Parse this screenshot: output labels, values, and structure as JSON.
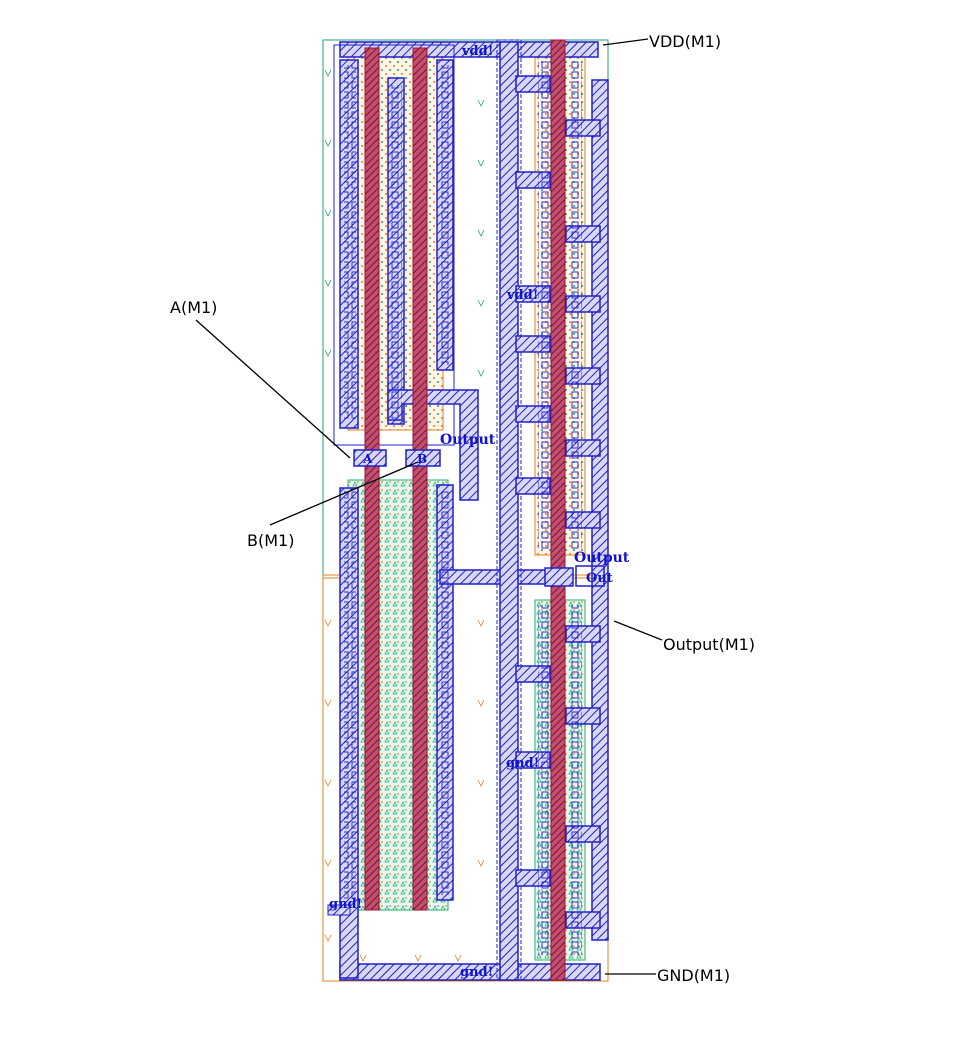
{
  "callouts": {
    "vdd": "VDD(M1)",
    "a": "A(M1)",
    "b": "B(M1)",
    "output": "Output(M1)",
    "gnd": "GND(M1)"
  },
  "net_labels": {
    "vdd_top": "vdd!",
    "vdd_mid": "vdd!",
    "output_left": "Output",
    "pin_a": "A",
    "pin_b": "B",
    "output_right": "Output",
    "pin_out": "Out",
    "gnd_mid": "gnd!",
    "gnd_left": "gnd!",
    "gnd_bottom": "gnd!"
  },
  "colors": {
    "metal1": "#2020c8",
    "poly": "#c01040",
    "pdiff": "#e08020",
    "ndiff": "#20b070",
    "nwell": "#20a070",
    "label": "#1010d0"
  }
}
